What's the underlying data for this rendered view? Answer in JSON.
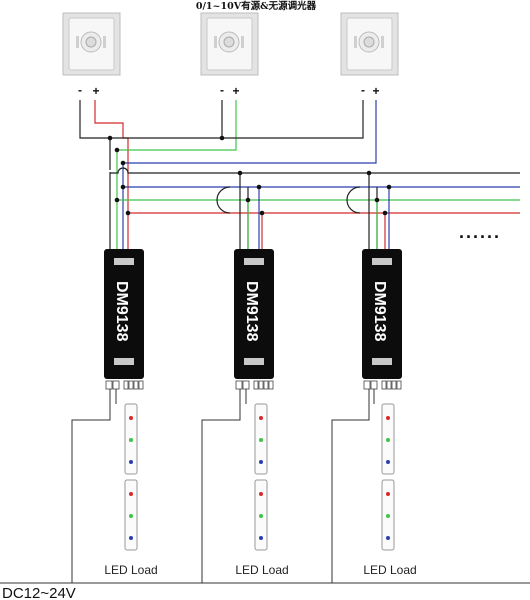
{
  "title": "0/1~10V有源&无源调光器",
  "dimmers": [
    {
      "minus": "-",
      "plus": "+"
    },
    {
      "minus": "-",
      "plus": "+"
    },
    {
      "minus": "-",
      "plus": "+"
    }
  ],
  "drivers": [
    {
      "model": "DM9138",
      "load_label": "LED Load"
    },
    {
      "model": "DM9138",
      "load_label": "LED Load"
    },
    {
      "model": "DM9138",
      "load_label": "LED Load"
    }
  ],
  "supply_label": "DC12~24V",
  "continuation": "......",
  "colors": {
    "red": "#d42c2c",
    "green": "#3fc54a",
    "blue": "#2b3fae",
    "black": "#222222",
    "driver_body": "#0c0c0c"
  }
}
